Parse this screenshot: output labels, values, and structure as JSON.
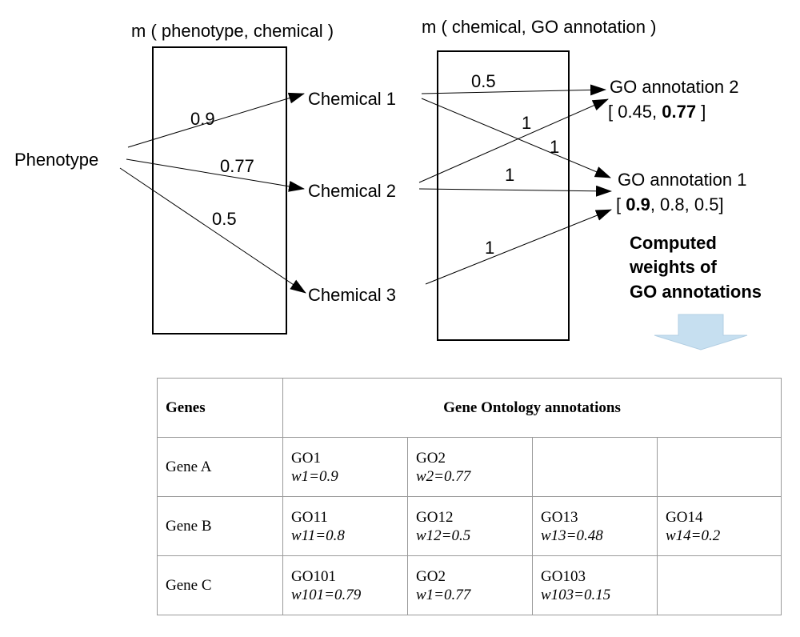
{
  "diagram": {
    "box1_title": "m ( phenotype, chemical )",
    "box2_title": "m ( chemical, GO annotation )",
    "phenotype": "Phenotype",
    "chemicals": [
      "Chemical 1",
      "Chemical 2",
      "Chemical 3"
    ],
    "go2": {
      "name": "GO annotation 2",
      "weights_open": "[ 0.45, ",
      "weights_bold": "0.77",
      "weights_close": " ]"
    },
    "go1": {
      "name": "GO annotation 1",
      "weights_open": "[ ",
      "weights_bold": "0.9",
      "weights_close": ", 0.8, 0.5]"
    },
    "edge_labels": {
      "pheno_chem1": "0.9",
      "pheno_chem2": "0.77",
      "pheno_chem3": "0.5",
      "chem1_go2": "0.5",
      "chem2_go2": "1",
      "chem1_go1": "1",
      "chem2_go1": "1",
      "chem3_go1": "1"
    },
    "computed_caption": [
      "Computed",
      "weights of",
      "GO annotations"
    ],
    "colors": {
      "down_arrow_fill": "#c6dff0",
      "box_stroke": "#000000"
    }
  },
  "table": {
    "header": {
      "genes": "Genes",
      "annotations": "Gene Ontology annotations"
    },
    "rows": [
      {
        "gene": "Gene A",
        "cells": [
          {
            "go": "GO1",
            "w": "w1=0.9"
          },
          {
            "go": "GO2",
            "w": "w2=0.77"
          },
          {
            "go": "",
            "w": ""
          },
          {
            "go": "",
            "w": ""
          }
        ]
      },
      {
        "gene": "Gene B",
        "cells": [
          {
            "go": "GO11",
            "w": "w11=0.8"
          },
          {
            "go": "GO12",
            "w": "w12=0.5"
          },
          {
            "go": "GO13",
            "w": "w13=0.48"
          },
          {
            "go": "GO14",
            "w": "w14=0.2"
          }
        ]
      },
      {
        "gene": "Gene C",
        "cells": [
          {
            "go": "GO101",
            "w": "w101=0.79"
          },
          {
            "go": "GO2",
            "w": "w1=0.77"
          },
          {
            "go": "GO103",
            "w": "w103=0.15"
          },
          {
            "go": "",
            "w": ""
          }
        ]
      }
    ]
  }
}
